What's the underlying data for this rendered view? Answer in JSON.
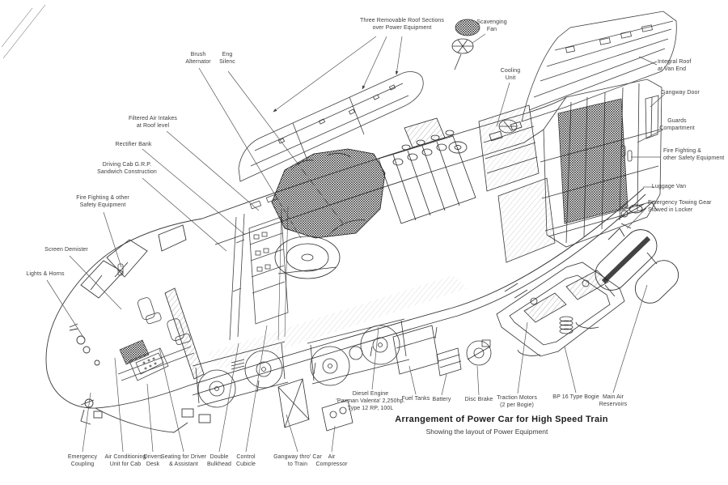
{
  "figure": {
    "title": "Arrangement of Power Car for High Speed Train",
    "subtitle": "Showing the layout of Power Equipment"
  },
  "colors": {
    "ink": "#3c3c3c",
    "background": "#ffffff",
    "dark_fill": "#1a1a1a"
  },
  "labels": [
    {
      "id": "three-roof-sections",
      "text": "Three Removable Roof Sections\nover Power Equipment"
    },
    {
      "id": "scavenging-fan",
      "text": "Scavenging\nFan"
    },
    {
      "id": "brush-alternator",
      "text": "Brush\nAlternator"
    },
    {
      "id": "engine-silencer",
      "text": "Eng\nSilenc"
    },
    {
      "id": "cooling-unit",
      "text": "Cooling\nUnit"
    },
    {
      "id": "integral-roof",
      "text": "Integral Roof\nat Van End"
    },
    {
      "id": "gangway-door",
      "text": "Gangway Door"
    },
    {
      "id": "guards-compartment",
      "text": "Guards\nCompartment"
    },
    {
      "id": "fire-fighting-right",
      "text": "Fire Fighting &\nother Safety Equipment"
    },
    {
      "id": "luggage-van",
      "text": "Luggage Van"
    },
    {
      "id": "emergency-towing-gear",
      "text": "Emergency Towing Gear\nStowed in Locker"
    },
    {
      "id": "filtered-air-intakes",
      "text": "Filtered Air Intakes\nat Roof level"
    },
    {
      "id": "rectifier-bank",
      "text": "Rectifier Bank"
    },
    {
      "id": "driving-cab",
      "text": "Driving Cab G.R.P.\nSandwich Construction"
    },
    {
      "id": "fire-fighting-left",
      "text": "Fire Fighting & other\nSafety Equipment"
    },
    {
      "id": "screen-demister",
      "text": "Screen Demister"
    },
    {
      "id": "lights-horns",
      "text": "Lights & Horns"
    },
    {
      "id": "emergency-coupling",
      "text": "Emergency\nCoupling"
    },
    {
      "id": "air-conditioning",
      "text": "Air Conditioning\nUnit for Cab"
    },
    {
      "id": "drivers-desk",
      "text": "Drivers\nDesk"
    },
    {
      "id": "seating",
      "text": "Seating for Driver\n& Assistant"
    },
    {
      "id": "double-bulkhead",
      "text": "Double\nBulkhead"
    },
    {
      "id": "control-cubicle",
      "text": "Control\nCubicle"
    },
    {
      "id": "gangway-thro-car",
      "text": "Gangway thro' Car\nto Train"
    },
    {
      "id": "air-compressor",
      "text": "Air\nCompressor"
    },
    {
      "id": "diesel-engine",
      "text": "Diesel Engine\n'Paxman Valenta' 2,250hp.\nType 12 RP, 100L"
    },
    {
      "id": "fuel-tanks",
      "text": "Fuel Tanks"
    },
    {
      "id": "battery",
      "text": "Battery"
    },
    {
      "id": "disc-brake",
      "text": "Disc Brake"
    },
    {
      "id": "traction-motors",
      "text": "Traction Motors\n(2 per Bogie)"
    },
    {
      "id": "bp16-bogie",
      "text": "BP 16 Type Bogie"
    },
    {
      "id": "main-air-reservoirs",
      "text": "Main Air\nReservoirs"
    }
  ]
}
